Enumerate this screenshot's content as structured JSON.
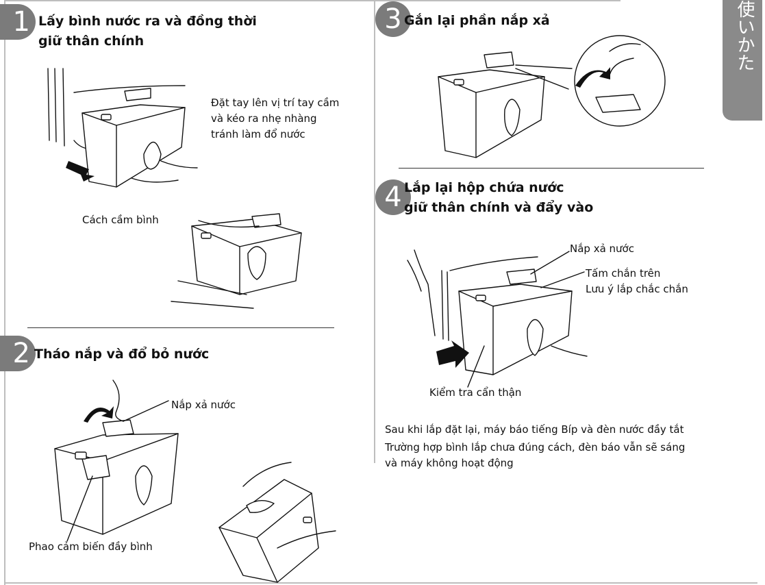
{
  "steps": [
    {
      "number": "1",
      "title_line1": "Lấy bình nước ra và đồng thời",
      "title_line2": "giữ thân chính"
    },
    {
      "number": "2",
      "title_line1": "Tháo nắp và đổ bỏ nước"
    },
    {
      "number": "3",
      "title_line1": "Gắn lại phần nắp xả"
    },
    {
      "number": "4",
      "title_line1": "Lắp lại hộp chứa nước",
      "title_line2": "giữ thân chính và đẩy vào"
    }
  ],
  "step1": {
    "instruction_lines": [
      "Đặt tay lên vị trí tay cầm",
      "và kéo ra nhẹ nhàng",
      "tránh làm đổ nước"
    ],
    "hold_label": "Cách cầm bình"
  },
  "step2": {
    "drain_cap_label": "Nắp xả nước",
    "float_label": "Phao cảm biến đầy bình"
  },
  "step4": {
    "drain_cap_label": "Nắp xả nước",
    "upper_plate_label": "Tấm chắn trên",
    "secure_note": "Lưu ý lắp chắc chắn",
    "check_label": "Kiểm tra cẩn thận"
  },
  "notes": [
    "Sau khi lắp đặt lại, máy báo tiếng Bíp và đèn nước đầy tắt",
    "Trường hợp bình lắp chưa đúng cách, đèn báo vẫn sẽ sáng",
    "và máy không hoạt động"
  ],
  "side_tab": {
    "text": "使いかた"
  },
  "colors": {
    "badge": "#7b7b7b",
    "tab": "#8a8a8a",
    "divider": "#bdbdbd"
  }
}
